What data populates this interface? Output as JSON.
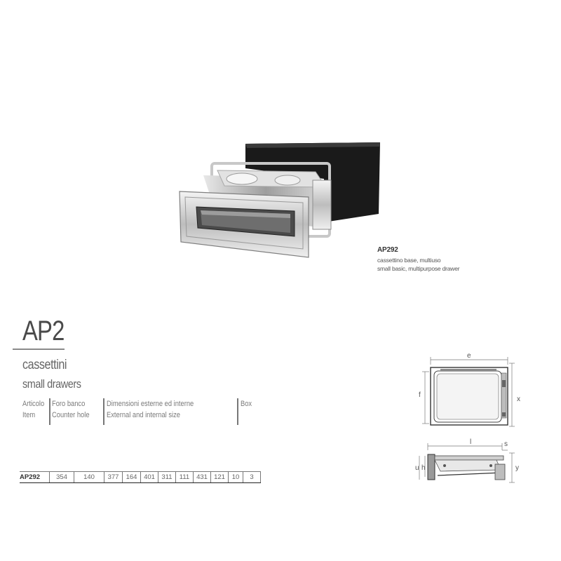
{
  "caption": {
    "code": "AP292",
    "line_it": "cassettino base, multiuso",
    "line_en": "small basic, multipurpose drawer"
  },
  "heading": {
    "title": "AP2",
    "subtitle_it": "cassettini",
    "subtitle_en": "small drawers"
  },
  "columns": {
    "article_it": "Articolo",
    "article_en": "Item",
    "hole_it": "Foro banco",
    "hole_en": "Counter hole",
    "dims_it": "Dimensioni esterne ed interne",
    "dims_en": "External and internal size",
    "box": "Box"
  },
  "row": [
    "AP292",
    "354",
    "140",
    "377",
    "164",
    "401",
    "311",
    "111",
    "431",
    "121",
    "10",
    "3"
  ],
  "dimension_labels": {
    "e": "e",
    "f": "f",
    "x": "x",
    "l": "l",
    "s": "s",
    "u": "u",
    "h": "h",
    "y": "y"
  },
  "colors": {
    "text": "#555555",
    "drawer_black": "#1a1a1a",
    "steel": "#d9d9d9"
  },
  "icons": [
    "drawer-photo",
    "top-view-drawing",
    "side-view-drawing"
  ]
}
